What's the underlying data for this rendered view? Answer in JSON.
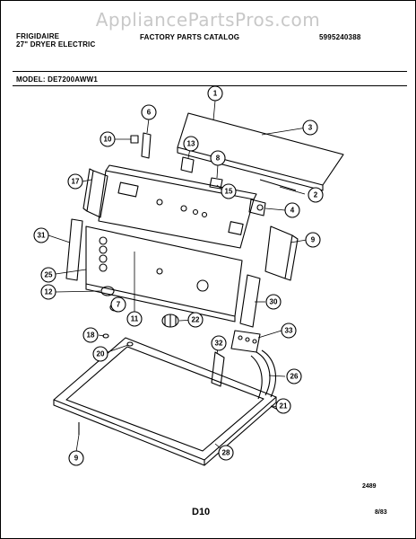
{
  "watermark": "AppliancePartsPros.com",
  "header": {
    "brand": "FRIGIDAIRE",
    "product": "27\" DRYER ELECTRIC",
    "catalog_title": "FACTORY PARTS CATALOG",
    "catalog_number": "5995240388",
    "model_label": "MODEL: DE7200AWW1"
  },
  "callouts": [
    "1",
    "2",
    "3",
    "4",
    "6",
    "8",
    "9",
    "10",
    "11",
    "12",
    "13",
    "15",
    "17",
    "18",
    "20",
    "21",
    "22",
    "25",
    "26",
    "28",
    "30",
    "31",
    "32",
    "33"
  ],
  "footer": {
    "code": "2489",
    "page": "D10",
    "date": "8/83"
  }
}
